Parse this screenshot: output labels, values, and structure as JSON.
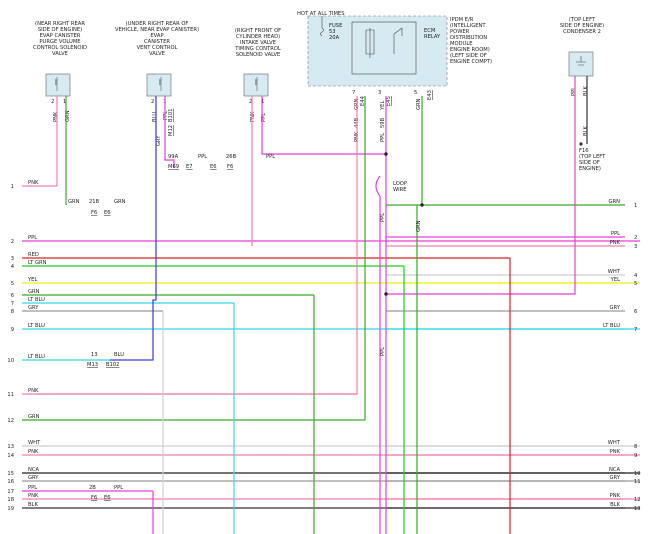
{
  "components": {
    "purge": {
      "location": [
        "(NEAR RIGHT REAR",
        "SIDE OF ENGINE)"
      ],
      "name": [
        "EVAP CANISTER",
        "PURGE VOLUME",
        "CONTROL SOLENOID",
        "VALVE"
      ],
      "pins": [
        "2",
        "1"
      ],
      "wires": [
        "PNK",
        "GRN"
      ]
    },
    "vent": {
      "location": [
        "(UNDER RIGHT REAR OF",
        "VEHICLE, NEAR EVAP CANISTER)"
      ],
      "name": [
        "EVAP",
        "CANISTER",
        "VENT CONTROL",
        "VALVE"
      ],
      "pins": [
        "2",
        "1"
      ],
      "wires": [
        "BLU",
        "PPL"
      ],
      "conn_ids": [
        "B101",
        "M12"
      ],
      "wire_grn": "GRY"
    },
    "timing": {
      "location": [
        "(RIGHT FRONT OF",
        "CYLINDER HEAD)"
      ],
      "name": [
        "INTAKE VALVE",
        "TIMING CONTROL",
        "SOLENOID VALVE"
      ],
      "pins": [
        "2",
        "1"
      ],
      "wires": [
        "PNK",
        "PPL"
      ]
    },
    "ipdm": {
      "hot": "HOT AT ALL TIMES",
      "fuse": [
        "FUSE",
        "53",
        "20A"
      ],
      "relay": [
        "ECM",
        "RELAY"
      ],
      "name": [
        "IPDM E/R",
        "(INTELLIGENT",
        "POWER",
        "DISTRIBUTION",
        "MODULE",
        "ENGINE ROOM)",
        "(LEFT SIDE OF",
        "ENGINE COMPT)"
      ],
      "pins": [
        "7",
        "3",
        "5"
      ],
      "wires": [
        "GRN",
        "YEL",
        "GRN"
      ],
      "conn_ids": [
        "E44",
        "E45",
        "E43"
      ],
      "wire_extra": [
        "PNK",
        "PPL"
      ],
      "pins_extra": [
        "44B",
        "59B"
      ]
    },
    "condenser": {
      "location": [
        "(TOP LEFT",
        "SIDE OF ENGINE)"
      ],
      "name": "CONDENSER 2",
      "wires": [
        "PPL",
        "BLK"
      ]
    },
    "ground": {
      "label": "F16",
      "location": [
        "(TOP LEFT",
        "SIDE OF",
        "ENGINE)"
      ],
      "wire": "BLK"
    }
  },
  "connectors": {
    "c99a": {
      "pin": "99A",
      "id": "M69"
    },
    "c26b": {
      "pin": "26B",
      "id": "F6"
    },
    "e7": "E7",
    "e6_top": "E6",
    "c21b": {
      "pin": "21B",
      "id": "F6"
    },
    "e6_mid": "E6",
    "c13": {
      "pin": "13",
      "ids": [
        "M13",
        "B102"
      ]
    },
    "c2b": {
      "pin": "2B",
      "id": "F6"
    },
    "e6_bot": "E6",
    "ppl_a": "PPL",
    "blu_a": "BLU",
    "grn_a": "GRN",
    "ppl_b": "PPL",
    "pnk_a": "PNK",
    "ppl_c": "PPL"
  },
  "loop_wire": [
    "LOOP",
    "WIRE"
  ],
  "splice_labels": {
    "ppl_down": "PPL",
    "grn_down": "GRN",
    "ppl_vert": "PPL"
  },
  "left_rows": [
    {
      "n": "1",
      "c": "PNK"
    },
    {
      "n": "2",
      "c": "PPL"
    },
    {
      "n": "3",
      "c": "RED"
    },
    {
      "n": "4",
      "c": "LT GRN"
    },
    {
      "n": "5",
      "c": "YEL"
    },
    {
      "n": "6",
      "c": "GRN"
    },
    {
      "n": "7",
      "c": "LT BLU"
    },
    {
      "n": "8",
      "c": "GRY"
    },
    {
      "n": "9",
      "c": "LT BLU"
    },
    {
      "n": "10",
      "c": "LT BLU"
    },
    {
      "n": "11",
      "c": "PNK"
    },
    {
      "n": "12",
      "c": "GRN"
    },
    {
      "n": "13",
      "c": "WHT"
    },
    {
      "n": "14",
      "c": "PNK"
    },
    {
      "n": "15",
      "c": "NCA"
    },
    {
      "n": "16",
      "c": "GRY"
    },
    {
      "n": "17",
      "c": "PPL"
    },
    {
      "n": "18",
      "c": "PNK"
    },
    {
      "n": "19",
      "c": "BLK"
    }
  ],
  "right_rows": [
    {
      "n": "1",
      "c": "GRN"
    },
    {
      "n": "2",
      "c": "PPL"
    },
    {
      "n": "3",
      "c": "PNK"
    },
    {
      "n": "4",
      "c": "WHT"
    },
    {
      "n": "5",
      "c": "YEL"
    },
    {
      "n": "6",
      "c": "GRY"
    },
    {
      "n": "7",
      "c": "LT BLU"
    },
    {
      "n": "8",
      "c": "WHT"
    },
    {
      "n": "9",
      "c": "PNK"
    },
    {
      "n": "10",
      "c": "NCA"
    },
    {
      "n": "11",
      "c": "GRY"
    },
    {
      "n": "12",
      "c": "PNK"
    },
    {
      "n": "13",
      "c": "BLK"
    }
  ],
  "colors": {
    "PNK": "#f27fb0",
    "PPL": "#e83ee0",
    "RED": "#e02020",
    "LT GRN": "#22cc22",
    "YEL": "#f2ee22",
    "GRN": "#3aa82a",
    "LT BLU": "#33d8e6",
    "GRY": "#9a9a9a",
    "WHT": "#cfcfcf",
    "BLU": "#3a3adf",
    "BLK": "#333333",
    "NCA": "#222222",
    "box": "#d6eaf2"
  }
}
